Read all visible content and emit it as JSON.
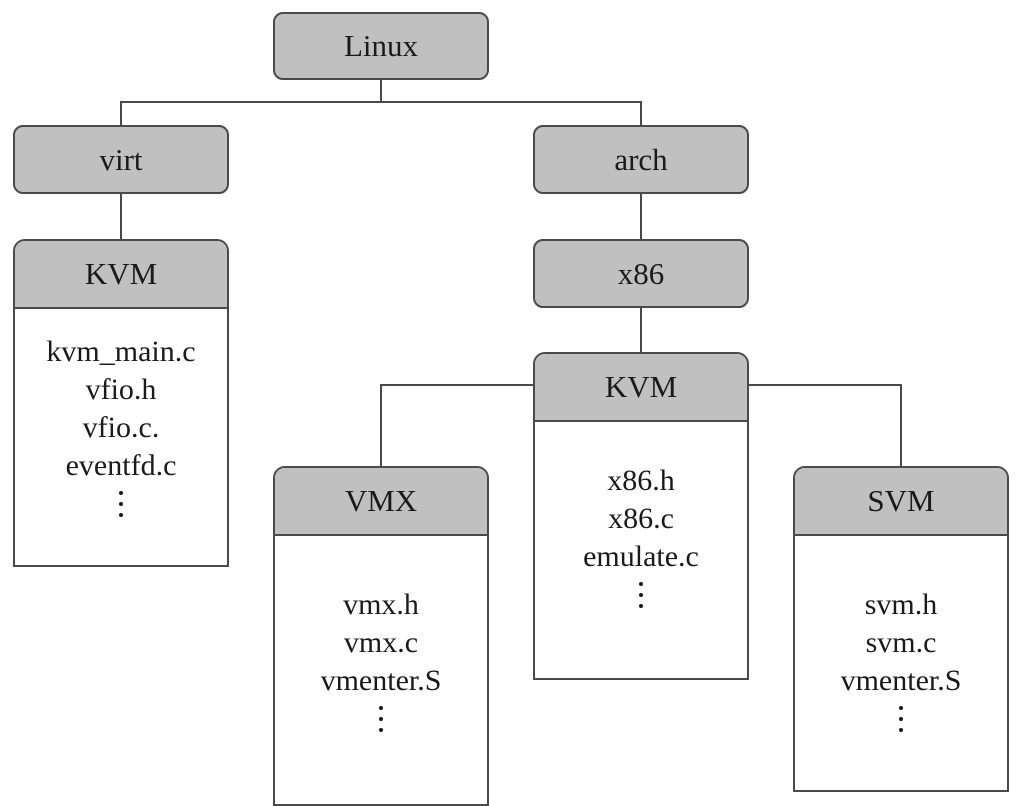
{
  "diagram": {
    "title": "Linux KVM source tree",
    "root": "Linux",
    "virt": "virt",
    "arch": "arch",
    "x86": "x86",
    "kvm_generic": {
      "title": "KVM",
      "files": [
        "kvm_main.c",
        "vfio.h",
        "vfio.c.",
        "eventfd.c"
      ],
      "more": "ellipsis"
    },
    "kvm_x86": {
      "title": "KVM",
      "files": [
        "x86.h",
        "x86.c",
        "emulate.c"
      ],
      "more": "ellipsis"
    },
    "vmx": {
      "title": "VMX",
      "files": [
        "vmx.h",
        "vmx.c",
        "vmenter.S"
      ],
      "more": "ellipsis"
    },
    "svm": {
      "title": "SVM",
      "files": [
        "svm.h",
        "svm.c",
        "vmenter.S"
      ],
      "more": "ellipsis"
    }
  },
  "colors": {
    "header_fill": "#c0c0c0",
    "border": "#4a4a4a",
    "background": "#ffffff"
  }
}
